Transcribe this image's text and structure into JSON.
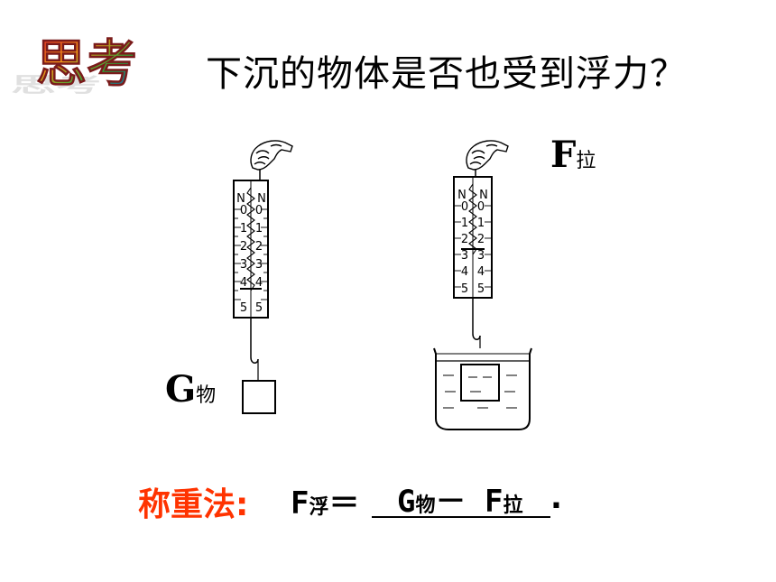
{
  "logo": {
    "text": "思考"
  },
  "question": "下沉的物体是否也受到浮力？",
  "labels": {
    "f_pull_main": "F",
    "f_pull_sub": "拉",
    "g_obj_main": "G",
    "g_obj_sub": "物"
  },
  "scale": {
    "top_marks": [
      "N",
      "N"
    ],
    "numbers": [
      "0",
      "1",
      "2",
      "3",
      "4",
      "5"
    ]
  },
  "method": {
    "label": "称重法:",
    "lhs_main": "F",
    "lhs_sub": "浮",
    "equals": "＝",
    "answer_g_main": "G",
    "answer_g_sub": "物",
    "minus": "－",
    "answer_f_main": "F",
    "answer_f_sub": "拉",
    "period": "."
  },
  "colors": {
    "method": "#ff3300",
    "logo_red": "#e8232a",
    "logo_blue": "#2a3fd0",
    "logo_green": "#22a63a",
    "logo_orange": "#f39a17",
    "logo_magenta": "#d0198e"
  }
}
